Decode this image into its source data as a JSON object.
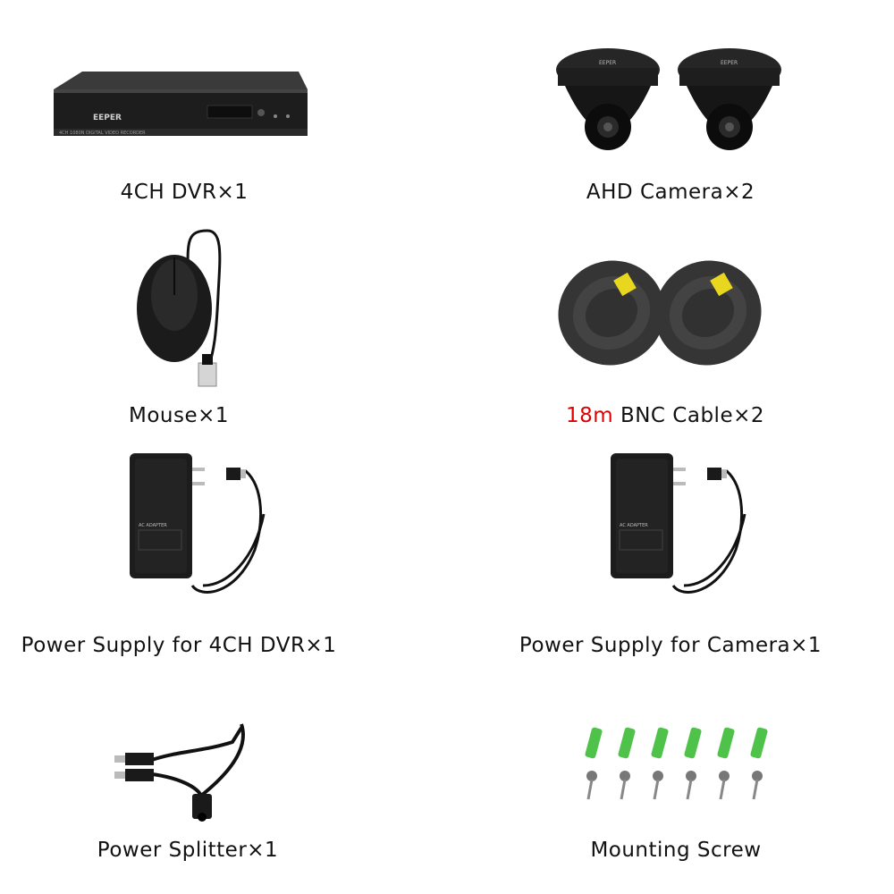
{
  "dvr": {
    "brand": "EEPER",
    "front_text": "4CH 1080N DIGITAL VIDEO RECORDER",
    "caption": "4CH DVR×1"
  },
  "camera": {
    "brand": "EEPER",
    "caption": "AHD Camera×2"
  },
  "mouse": {
    "caption": "Mouse×1"
  },
  "cable": {
    "length": "18m",
    "caption_rest": " BNC Cable×2",
    "length_color": "#e00000"
  },
  "psu_dvr": {
    "label_title": "AC ADAPTER",
    "caption": "Power Supply for 4CH DVR×1"
  },
  "psu_camera": {
    "label_title": "AC ADAPTER",
    "caption": "Power Supply for Camera×1"
  },
  "splitter": {
    "caption": "Power Splitter×1"
  },
  "screws": {
    "caption": "Mounting Screw",
    "anchor_color": "#4fc24a"
  }
}
